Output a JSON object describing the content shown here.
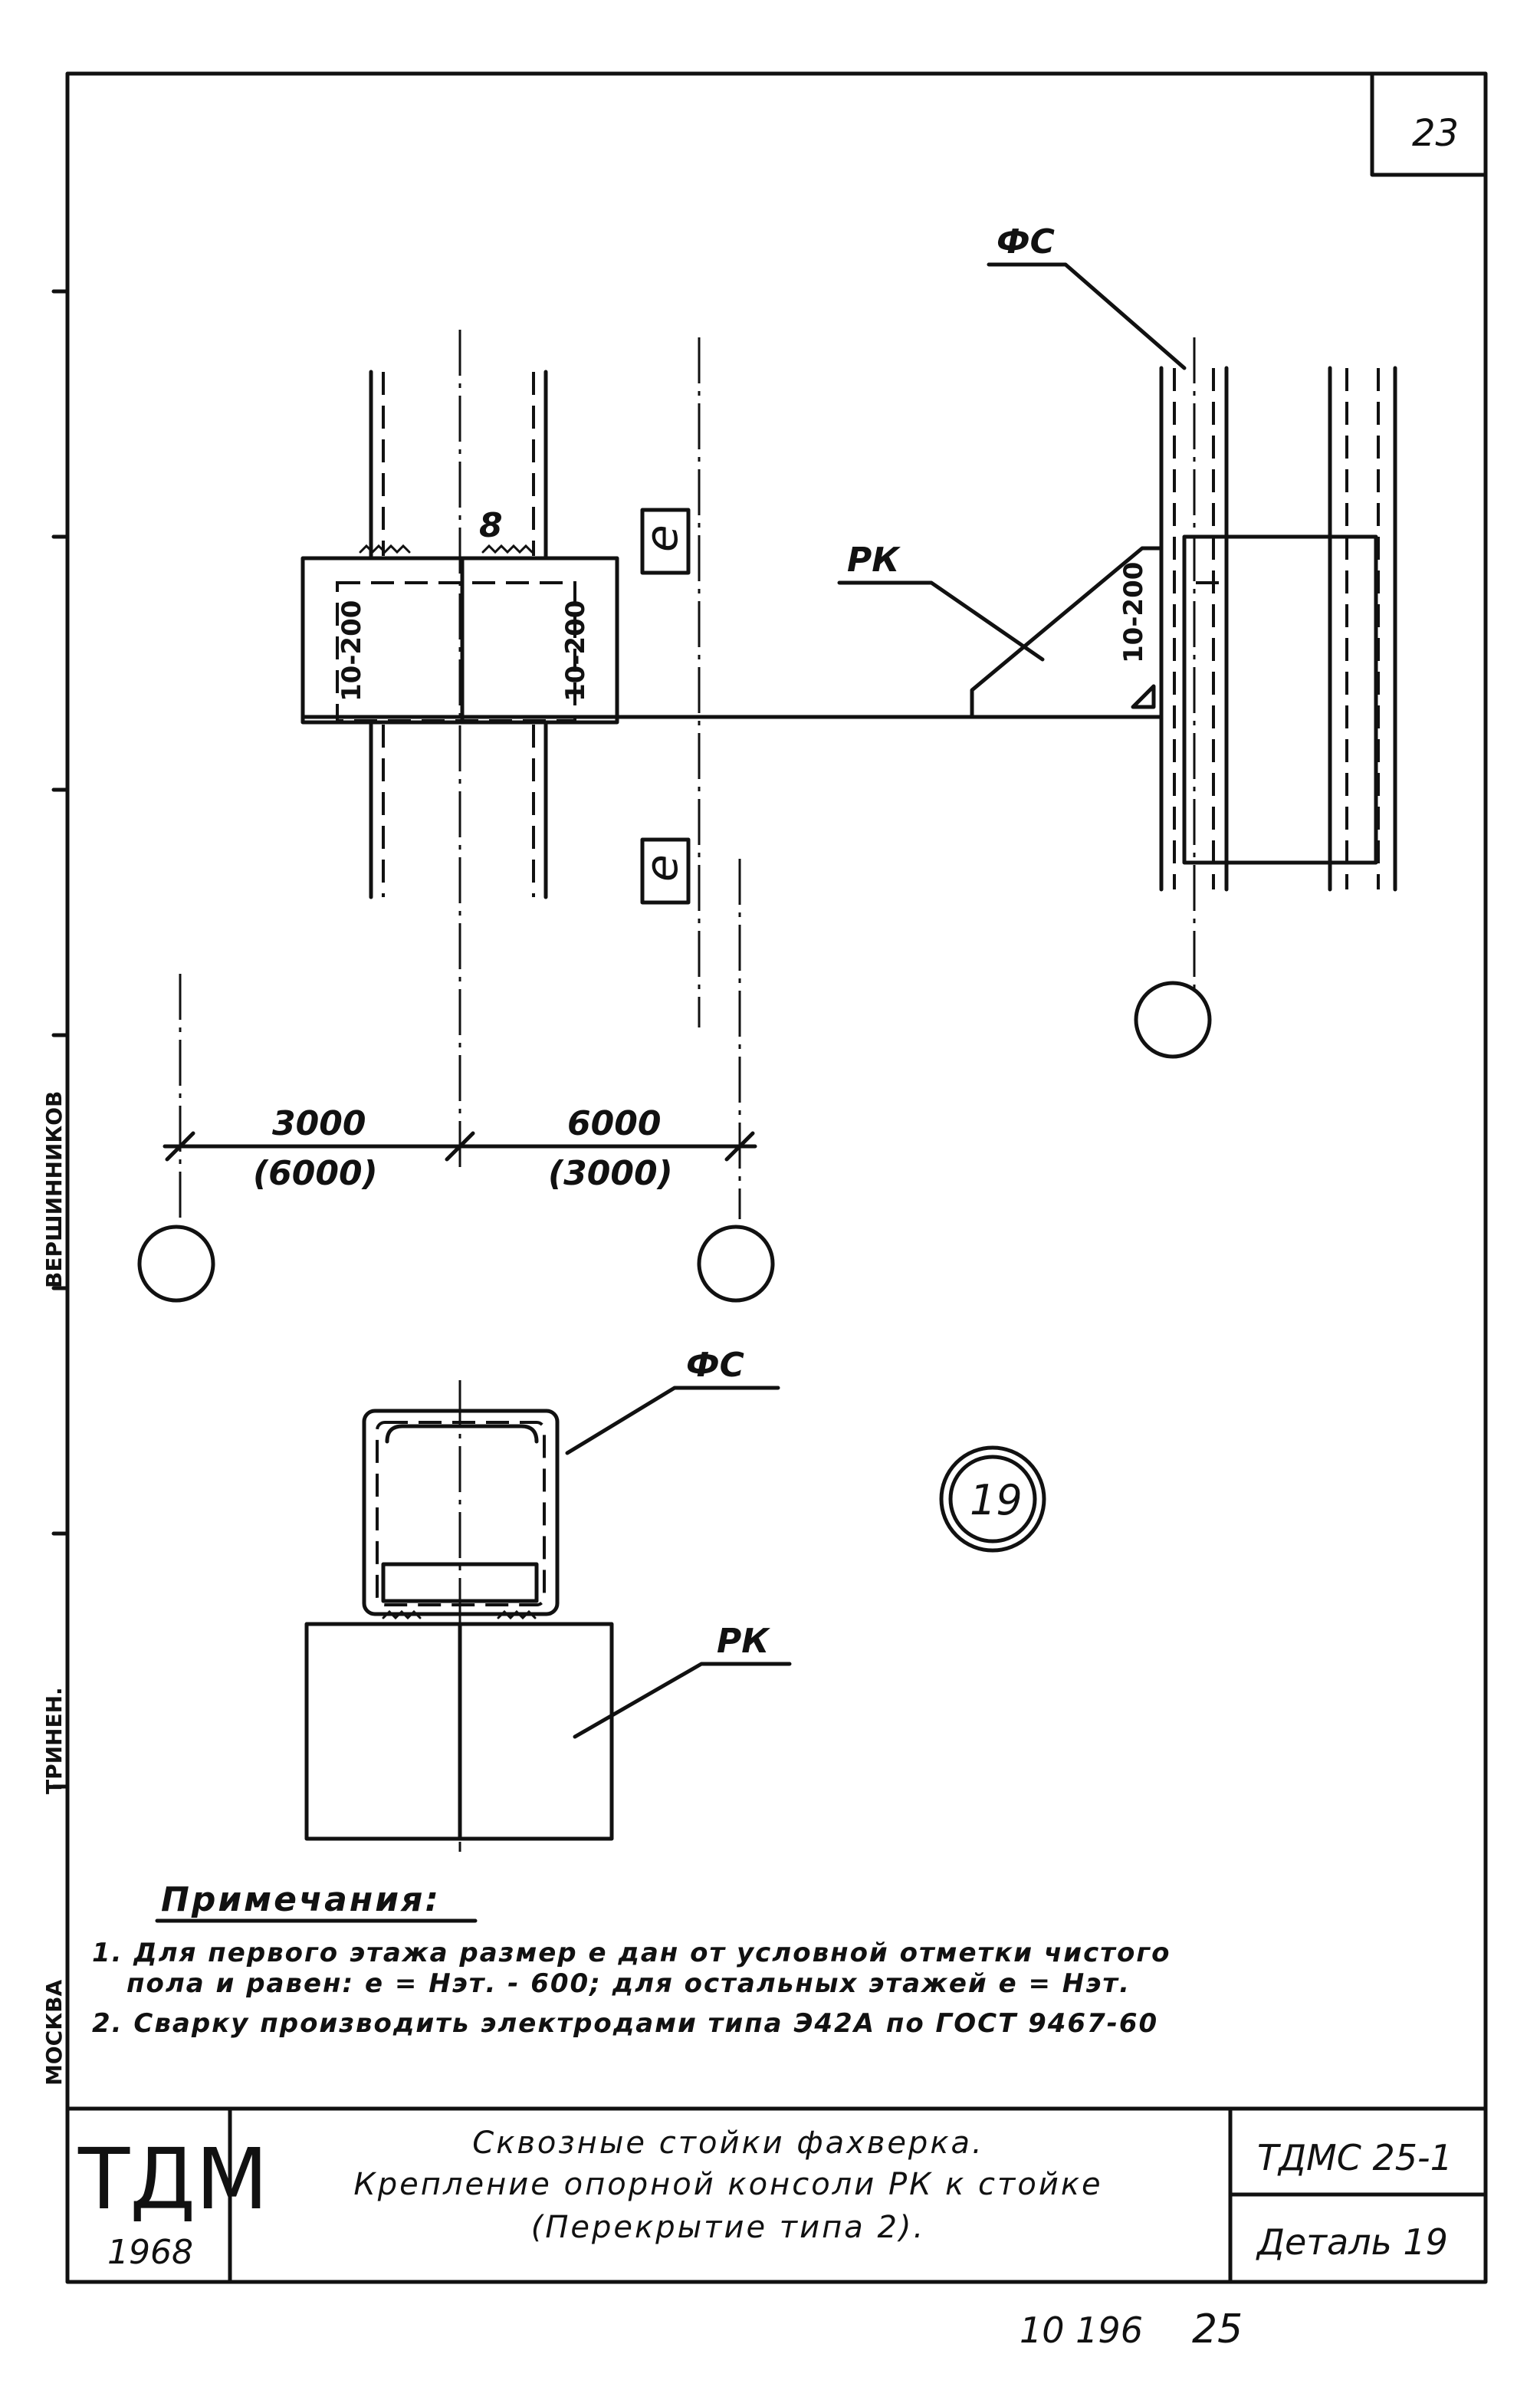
{
  "sheet": {
    "page_number": "23",
    "sheet_code_bottom": "10 196",
    "sheet_num_bottom": "25"
  },
  "side_stamp": {
    "top": "ВЕРШИННИКОВ",
    "middle": "ТРИНЕН.",
    "bottom": "МОСКВА"
  },
  "elevation_left": {
    "dim_top": "8",
    "weld_left": "10-200",
    "weld_right": "10-200",
    "level_mark_top": "e",
    "level_mark_bottom": "e",
    "dim_left": "3000",
    "dim_left_alt": "(6000)",
    "dim_right": "6000",
    "dim_right_alt": "(3000)"
  },
  "elevation_right": {
    "label_fc": "ФС",
    "label_pk": "РК",
    "weld": "10-200"
  },
  "plan_section": {
    "label_fc": "ФС",
    "label_pk": "РК"
  },
  "detail_marker": "19",
  "notes": {
    "title": "Примечания:",
    "items": [
      "1. Для первого этажа размер e дан от условной отметки чистого",
      "пола и равен: e = Нэт. - 600; для остальных этажей e = Нэт.",
      "2. Сварку производить электродами типа Э42А по ГОСТ 9467-60"
    ]
  },
  "title_block": {
    "org": "ТДМ",
    "year": "1968",
    "title_line1": "Сквозные стойки фахверка.",
    "title_line2": "Крепление опорной консоли РК к стойке",
    "title_line3": "(Перекрытие типа 2).",
    "doc_code": "ТДМС 25-1",
    "detail": "Деталь 19"
  }
}
